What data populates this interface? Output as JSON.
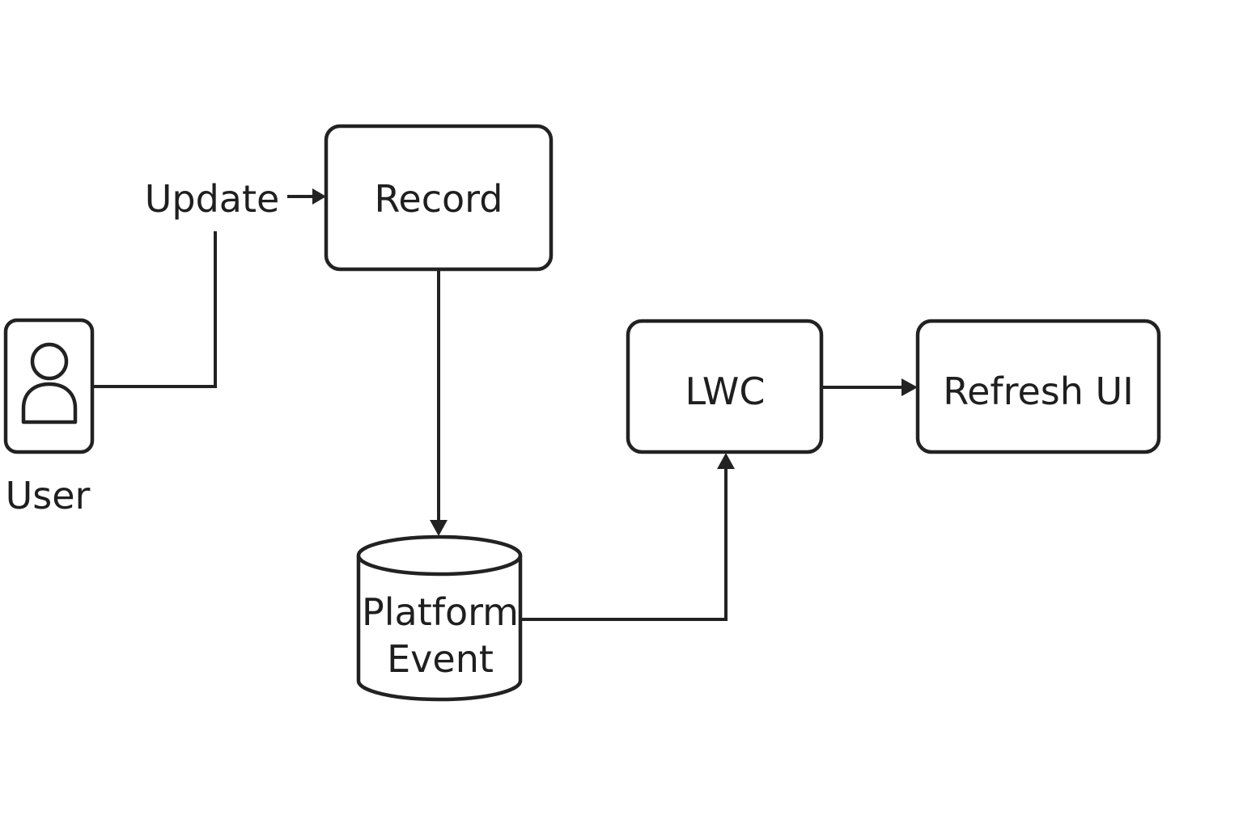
{
  "colors": {
    "stroke": "#222222",
    "text": "#1f1f1f",
    "background": "#ffffff"
  },
  "nodes": {
    "user": {
      "label": "User",
      "icon": "user-icon"
    },
    "record": {
      "label": "Record"
    },
    "platform_event": {
      "label_line1": "Platform",
      "label_line2": "Event",
      "shape": "cylinder"
    },
    "lwc": {
      "label": "LWC"
    },
    "refresh_ui": {
      "label": "Refresh UI"
    }
  },
  "edges": {
    "user_to_record": {
      "label": "Update"
    },
    "record_to_platform_event": {
      "label": ""
    },
    "platform_event_to_lwc": {
      "label": ""
    },
    "lwc_to_refresh_ui": {
      "label": ""
    }
  }
}
